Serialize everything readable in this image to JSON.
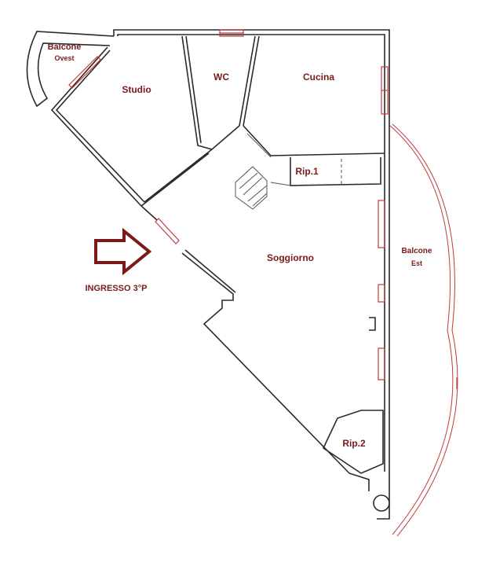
{
  "colors": {
    "label": "#7a1a1a",
    "wall": "#2a2a2a",
    "window": "#c23b3b",
    "arrow_fill": "#ffffff",
    "arrow_stroke": "#7a1a1a"
  },
  "rooms": {
    "balcone_ovest_line1": "Balcone",
    "balcone_ovest_line2": "Ovest",
    "studio": "Studio",
    "wc": "WC",
    "cucina": "Cucina",
    "rip1": "Rip.1",
    "soggiorno": "Soggiorno",
    "rip2": "Rip.2",
    "balcone_est_line1": "Balcone",
    "balcone_est_line2": "Est"
  },
  "entrance": {
    "label": "INGRESSO 3°P",
    "arrow_icon": "arrow-right-icon"
  }
}
